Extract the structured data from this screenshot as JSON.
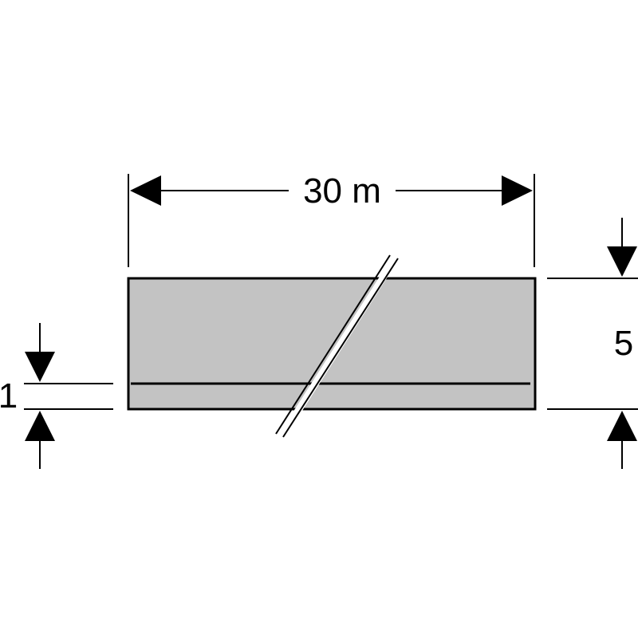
{
  "diagram": {
    "length_label": "30 m",
    "height_label": "5",
    "line_offset_label": "1",
    "colors": {
      "fill": "#c3c3c3",
      "stroke": "#000000",
      "background": "#ffffff"
    }
  }
}
